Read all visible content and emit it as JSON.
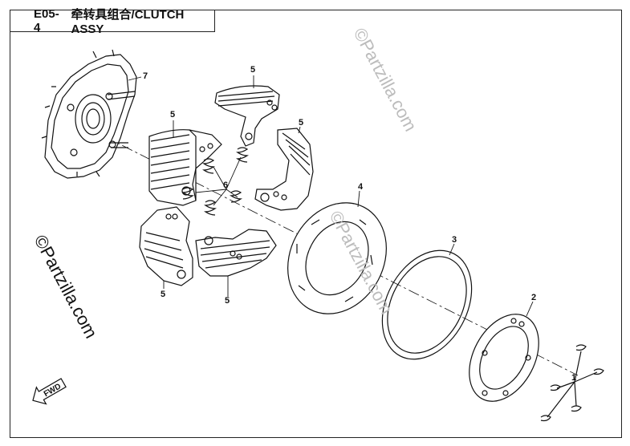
{
  "header": {
    "code": "E05-4",
    "name": "牵转具组合/CLUTCH ASSY"
  },
  "watermarks": {
    "top_right": "©Partzilla.com",
    "middle": "©Partzilla.com",
    "left": "©Partzilla.com"
  },
  "callouts": {
    "part_1": "1",
    "part_2": "2",
    "part_3": "3",
    "part_4": "4",
    "part_5_top": "5",
    "part_5_left": "5",
    "part_5_right": "5",
    "part_5_bottom_left": "5",
    "part_5_bottom": "5",
    "part_6": "6",
    "part_7": "7"
  },
  "direction_arrow": {
    "label": "FWD"
  },
  "colors": {
    "line": "#111111",
    "watermark": "#bcbcbc"
  }
}
